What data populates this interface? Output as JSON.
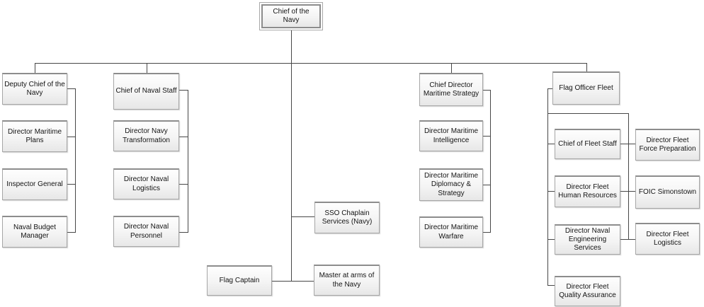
{
  "nodes": {
    "root": "Chief of the Navy",
    "left": [
      "Deputy Chief of the Navy",
      "Director Maritime Plans",
      "Inspector General",
      "Naval Budget Manager"
    ],
    "naval_staff": [
      "Chief of Naval Staff",
      "Director Navy Transformation",
      "Director Naval Logistics",
      "Director Naval Personnel"
    ],
    "center": [
      "SSO Chaplain Services (Navy)",
      "Flag Captain",
      "Master at arms of the Navy"
    ],
    "maritime_strategy": [
      "Chief Director Maritime Strategy",
      "Director Maritime Intelligence",
      "Director Maritime Diplomacy & Strategy",
      "Director Maritime Warfare"
    ],
    "fleet": [
      "Flag Officer Fleet",
      "Chief of Fleet Staff",
      "Director Fleet Human Resources",
      "Director Naval Engineering Services",
      "Director Fleet Quality Assurance"
    ],
    "fleet_right": [
      "Director Fleet Force Preparation",
      "FOIC Simonstown",
      "Director Fleet Logistics"
    ]
  },
  "structure": {
    "root": "Chief of the Navy",
    "branches": [
      {
        "head": "Deputy Chief of the Navy",
        "reports": [
          "Director Maritime Plans",
          "Inspector General",
          "Naval Budget Manager"
        ]
      },
      {
        "head": "Chief of Naval Staff",
        "reports": [
          "Director Navy Transformation",
          "Director Naval Logistics",
          "Director Naval Personnel"
        ]
      },
      {
        "head": "Chief Director Maritime Strategy",
        "reports": [
          "Director Maritime Intelligence",
          "Director Maritime Diplomacy & Strategy",
          "Director Maritime Warfare"
        ]
      },
      {
        "head": "Flag Officer Fleet",
        "reports": [
          "Chief of Fleet Staff",
          "Director Fleet Human Resources",
          "Director Naval Engineering Services",
          "Director Fleet Quality Assurance",
          "Director Fleet Force Preparation",
          "FOIC Simonstown",
          "Director Fleet Logistics"
        ]
      },
      {
        "head": "Chief of the Navy",
        "reports": [
          "SSO Chaplain Services (Navy)",
          "Flag Captain",
          "Master at arms of the Navy"
        ]
      }
    ]
  },
  "colors": {
    "background": "#ffffff",
    "connector": "#474747",
    "box_border": "#a6a6a6",
    "box_border_top": "#8c8c8c",
    "box_fill_top": "#fefefe",
    "box_fill_bottom": "#e7e7e7",
    "text": "#141414"
  }
}
